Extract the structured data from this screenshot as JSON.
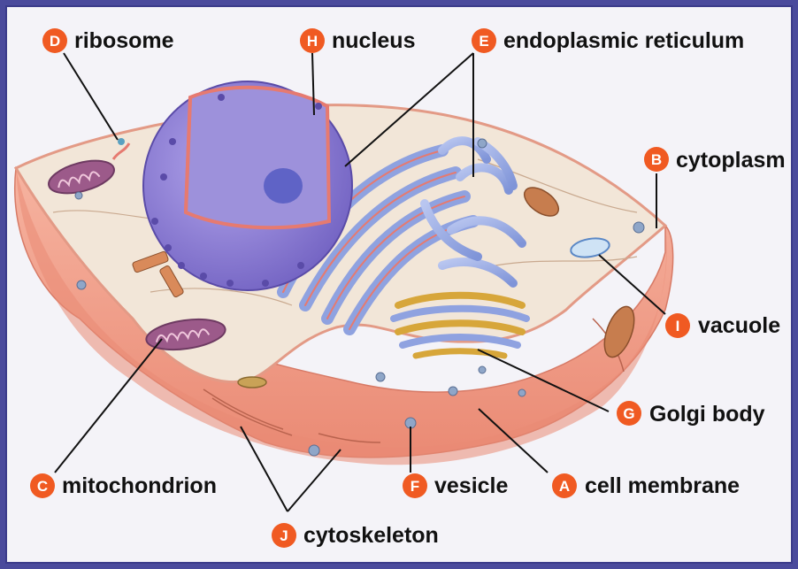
{
  "labels": {
    "ribosome": {
      "letter": "D",
      "text": "ribosome"
    },
    "nucleus": {
      "letter": "H",
      "text": "nucleus"
    },
    "er": {
      "letter": "E",
      "text": "endoplasmic reticulum"
    },
    "cytoplasm": {
      "letter": "B",
      "text": "cytoplasm"
    },
    "vacuole": {
      "letter": "I",
      "text": "vacuole"
    },
    "golgi": {
      "letter": "G",
      "text": "Golgi body"
    },
    "mitochondrion": {
      "letter": "C",
      "text": "mitochondrion"
    },
    "vesicle": {
      "letter": "F",
      "text": "vesicle"
    },
    "cell_membrane": {
      "letter": "A",
      "text": "cell membrane"
    },
    "cytoskeleton": {
      "letter": "J",
      "text": "cytoskeleton"
    }
  },
  "colors": {
    "badge": "#f05a22",
    "frame_border": "#3b3b8a",
    "membrane": "#f0a08c",
    "cytoplasm": "#f2e6d8",
    "nucleus": "#8a7ad0",
    "er": "#9fb0e6",
    "golgi": "#d7a63a",
    "mitochondrion": "#9c5a8a"
  }
}
